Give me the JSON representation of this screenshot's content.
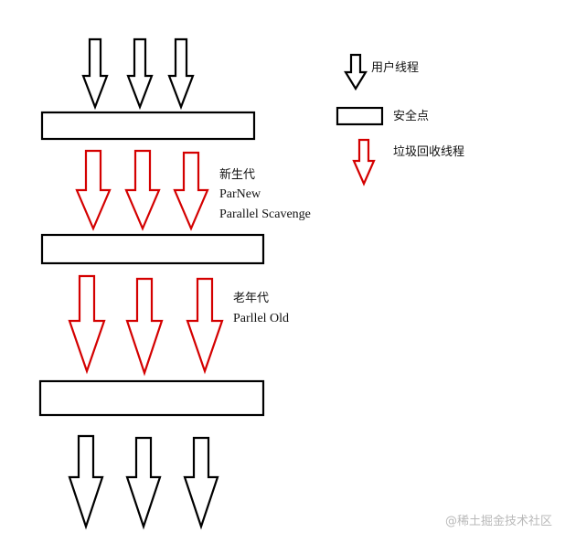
{
  "legend": {
    "user_thread": "用户线程",
    "safepoint": "安全点",
    "gc_thread": "垃圾回收线程"
  },
  "young_gen": {
    "title": "新生代",
    "line1": "ParNew",
    "line2": "Parallel Scavenge"
  },
  "old_gen": {
    "title": "老年代",
    "line1": "Parllel Old"
  },
  "watermark": "@稀土掘金技术社区",
  "colors": {
    "user_arrow": "#000000",
    "gc_arrow": "#d40000",
    "box": "#000000"
  },
  "icons": {
    "user_arrow": "arrow-down-icon",
    "gc_arrow": "arrow-down-icon"
  }
}
